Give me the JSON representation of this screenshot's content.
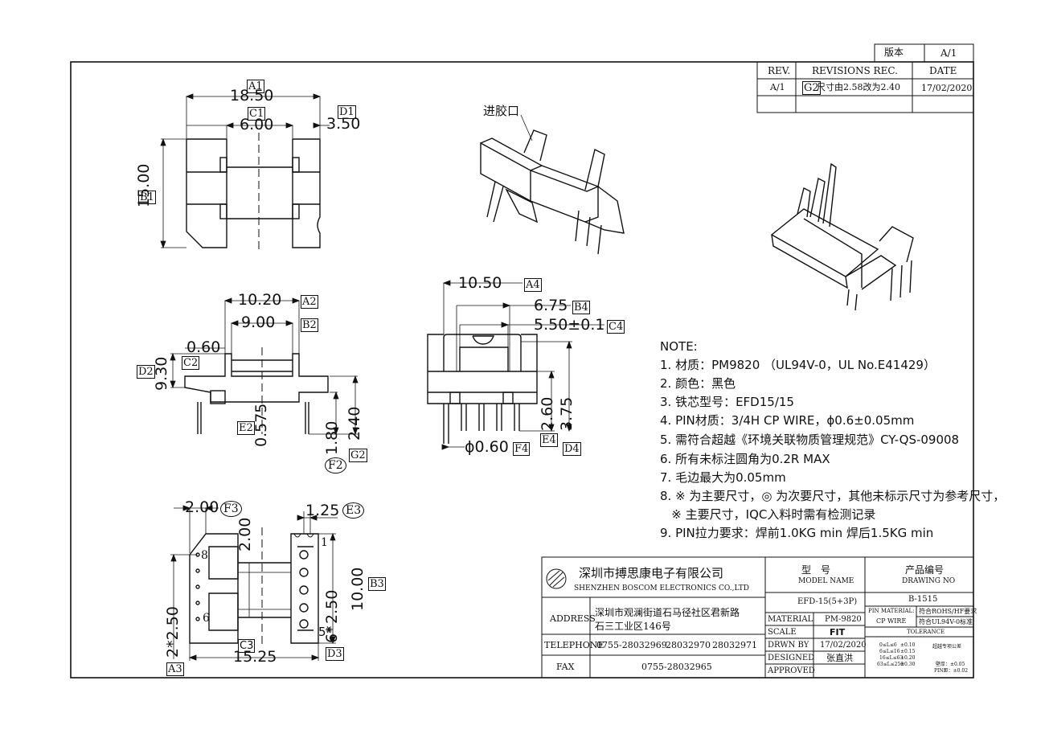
{
  "title_block": {
    "company_cn": "深圳市搏思康电子有限公司",
    "company_en": "SHENZHEN BOSCOM ELECTRONICS CO.,LTD",
    "address_label": "ADDRESS",
    "address_line1": "深圳市观澜街道石马径社区君新路",
    "address_line2": "石三工业区146号",
    "telephone_label": "TELEPHONE",
    "telephone_1": "0755-28032969",
    "telephone_2": "28032970",
    "telephone_3": "28032971",
    "fax_label": "FAX",
    "fax": "0755-28032965",
    "model_cn": "型　号",
    "model_en": "MODEL NAME",
    "model": "EFD-15(5+3P)",
    "drawing_no_cn": "产品编号",
    "drawing_no_en": "DRAWING NO",
    "drawing_no": "B-1515",
    "material_label": "MATERIAL",
    "material": "PM-9820",
    "scale_label": "SCALE",
    "scale": "FIT",
    "drawn_by_label": "DRWN BY",
    "drawn_date": "17/02/2020",
    "designed_label": "DESIGNED",
    "designer": "张直洪",
    "approved_label": "APPROVED",
    "pin_material_label": "PIN MATERIAL:",
    "pin_material": "CP WIRE",
    "rohs": "符合ROHS/HF要求",
    "ul": "符合UL94V-0标准",
    "tolerance_label": "TOLERANCE",
    "tol_1": "0≤L≤6",
    "tol_1v": "±0.10",
    "tol_2": "6≤L≤16",
    "tol_2v": "±0.15",
    "tol_3": "16≤L≤63",
    "tol_3v": "±0.20",
    "tol_4": "63≤L≤250",
    "tol_4v": "±0.30",
    "tol_note": "超越专项公差",
    "tol_r": "壁厚：±0.05",
    "tol_p": "PIN距：±0.02"
  },
  "version_block": {
    "label": "版本",
    "value": "A/1"
  },
  "revision_table": {
    "headers": [
      "REV.",
      "REVISIONS REC.",
      "DATE"
    ],
    "rows": [
      {
        "rev": "A/1",
        "tag": "G2",
        "desc": "尺寸由2.58改为2.40",
        "date": "17/02/2020"
      }
    ]
  },
  "labels": {
    "gate": "进胶口"
  },
  "dimensions": {
    "a1": "18.50",
    "a1_tag": "A1",
    "c1": "6.00",
    "c1_tag": "C1",
    "d1": "3.50",
    "d1_tag": "D1",
    "b1": "15.00",
    "b1_tag": "B1",
    "a2": "10.20",
    "a2_tag": "A2",
    "b2": "9.00",
    "b2_tag": "B2",
    "c2": "0.60",
    "c2_tag": "C2",
    "d2": "9.30",
    "d2_tag": "D2",
    "e2": "0.575",
    "e2_tag": "E2",
    "f2": "1.80",
    "f2_tag": "F2",
    "g2": "2.40",
    "g2_tag": "G2",
    "a4": "10.50",
    "a4_tag": "A4",
    "b4": "6.75",
    "b4_tag": "B4",
    "c4": "5.50±0.1",
    "c4_tag": "C4",
    "e4": "2.60",
    "e4_tag": "E4",
    "d4": "3.75",
    "d4_tag": "D4",
    "f4": "ϕ0.60",
    "f4_tag": "F4",
    "f3": "2.00",
    "f3_tag": "F3",
    "e3": "1.25",
    "e3_tag": "E3",
    "center_200": "2.00",
    "b3": "10.00",
    "b3_tag": "B3",
    "d3_250": "2.50",
    "d3_star": "6*",
    "d3_tag": "D3",
    "pin5": "5*",
    "a3": "2*2.50",
    "a3_tag": "A3",
    "c3": "15.25",
    "c3_tag": "C3",
    "pin_8": "8",
    "pin_6": "6",
    "pin_1": "1"
  },
  "notes": {
    "heading": "NOTE:",
    "items": [
      "1. 材质：PM9820 （UL94V-0，UL No.E41429）",
      "2. 颜色：黑色",
      "3. 铁芯型号：EFD15/15",
      "4. PIN材质：3/4H CP WIRE，ϕ0.6±0.05mm",
      "5. 需符合超越《环境关联物质管理规范》CY-QS-09008",
      "6. 所有未标注圆角为0.2R MAX",
      "7. 毛边最大为0.05mm",
      "8. ※ 为主要尺寸，◎ 为次要尺寸，其他未标示尺寸为参考尺寸，",
      "   ※ 主要尺寸，IQC入料时需有检测记录",
      "9. PIN拉力要求：焊前1.0KG min 焊后1.5KG min"
    ]
  }
}
